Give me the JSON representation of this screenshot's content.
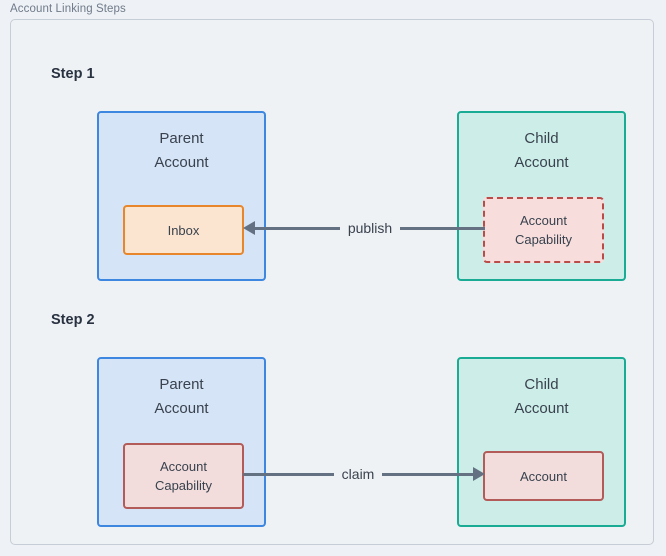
{
  "diagram": {
    "title": "Account Linking Steps",
    "steps": [
      {
        "label": "Step 1",
        "left_box": {
          "title_line1": "Parent",
          "title_line2": "Account",
          "chip_line1": "Inbox",
          "chip_line2": ""
        },
        "right_box": {
          "title_line1": "Child",
          "title_line2": "Account",
          "chip_line1": "Account",
          "chip_line2": "Capability"
        },
        "connector": {
          "label": "publish",
          "direction": "left"
        }
      },
      {
        "label": "Step 2",
        "left_box": {
          "title_line1": "Parent",
          "title_line2": "Account",
          "chip_line1": "Account",
          "chip_line2": "Capability"
        },
        "right_box": {
          "title_line1": "Child",
          "title_line2": "Account",
          "chip_line1": "Account",
          "chip_line2": ""
        },
        "connector": {
          "label": "claim",
          "direction": "right"
        }
      }
    ]
  },
  "colors": {
    "page_background": "#eef1f5",
    "panel_background": "#eff2f5",
    "panel_border": "#c6cdd6",
    "parent_fill": "#d6e4f7",
    "parent_stroke": "#3d87e0",
    "child_fill": "#cdeee8",
    "child_stroke": "#1aab94",
    "inbox_fill": "#fce5d0",
    "inbox_stroke": "#e8862c",
    "capability_fill": "#f7dedd",
    "capability_stroke": "#b94b48",
    "account_fill": "#f2dddc",
    "account_stroke": "#b35b58",
    "connector": "#637182",
    "text": "#39424e",
    "title_text": "#707b8a"
  }
}
